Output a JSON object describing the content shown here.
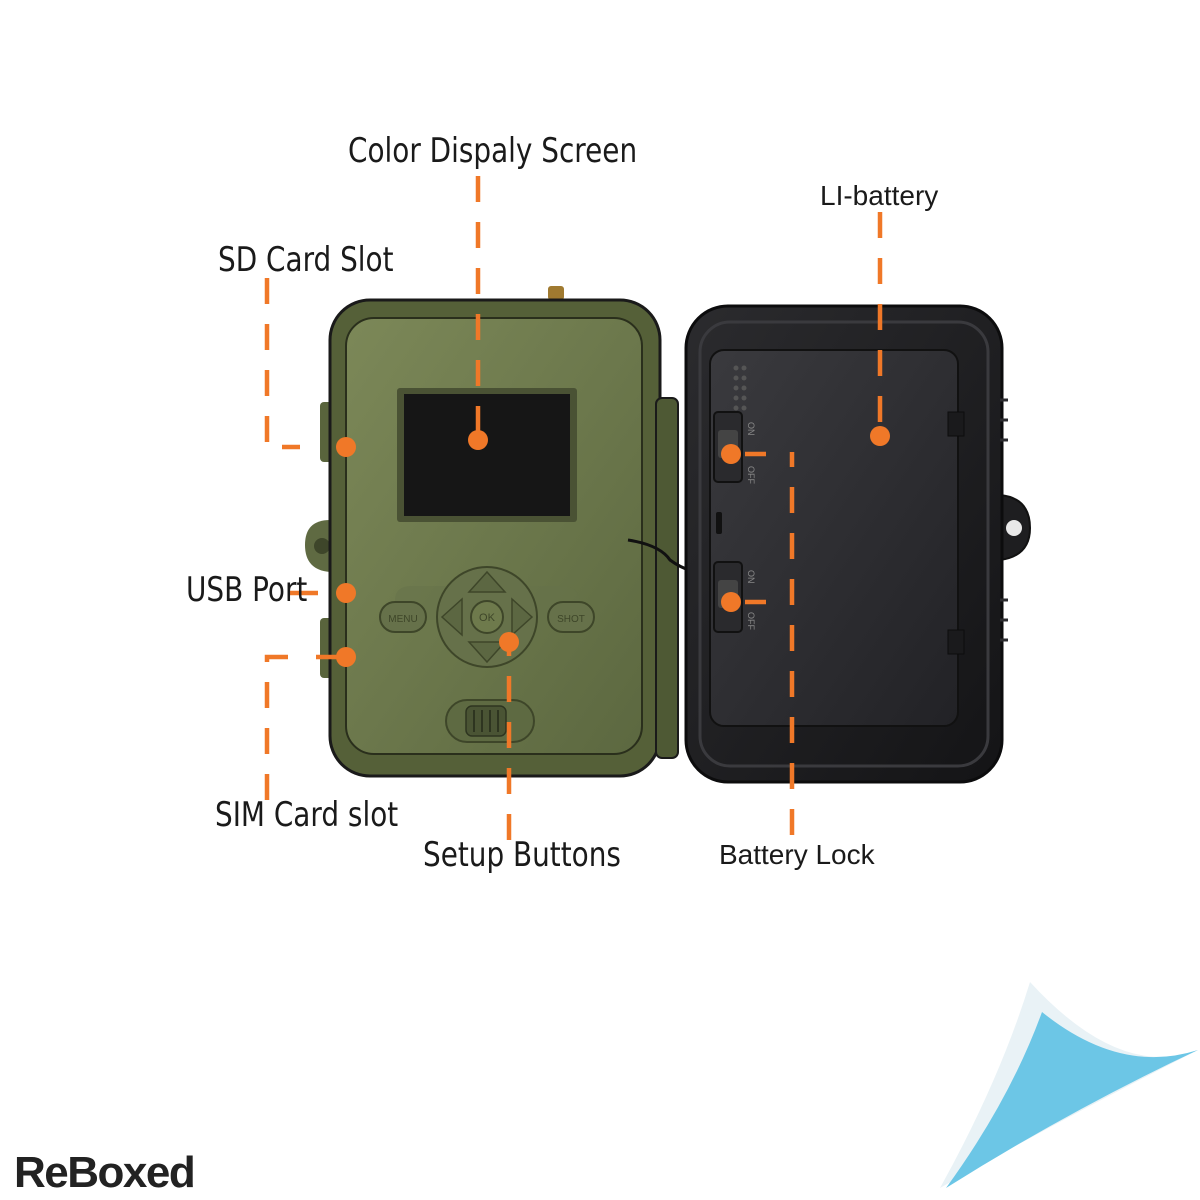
{
  "labels": {
    "color_display_screen": "Color Dispaly Screen",
    "li_battery": "LI-battery",
    "sd_card_slot": "SD Card Slot",
    "usb_port": "USB Port",
    "sim_card_slot": "SIM Card slot",
    "setup_buttons": "Setup Buttons",
    "battery_lock": "Battery Lock"
  },
  "switch": {
    "on": "ON",
    "off": "OFF"
  },
  "buttons": {
    "menu": "MENU",
    "ok": "OK",
    "shot": "SHOT"
  },
  "brand": {
    "name": "ReBoxed"
  },
  "colors": {
    "callout": "#f07828",
    "camera_body": "#6e7a4c",
    "case_black": "#1c1c1e",
    "screen": "#1a1a1a",
    "corner_blue": "#6cc6e6"
  }
}
